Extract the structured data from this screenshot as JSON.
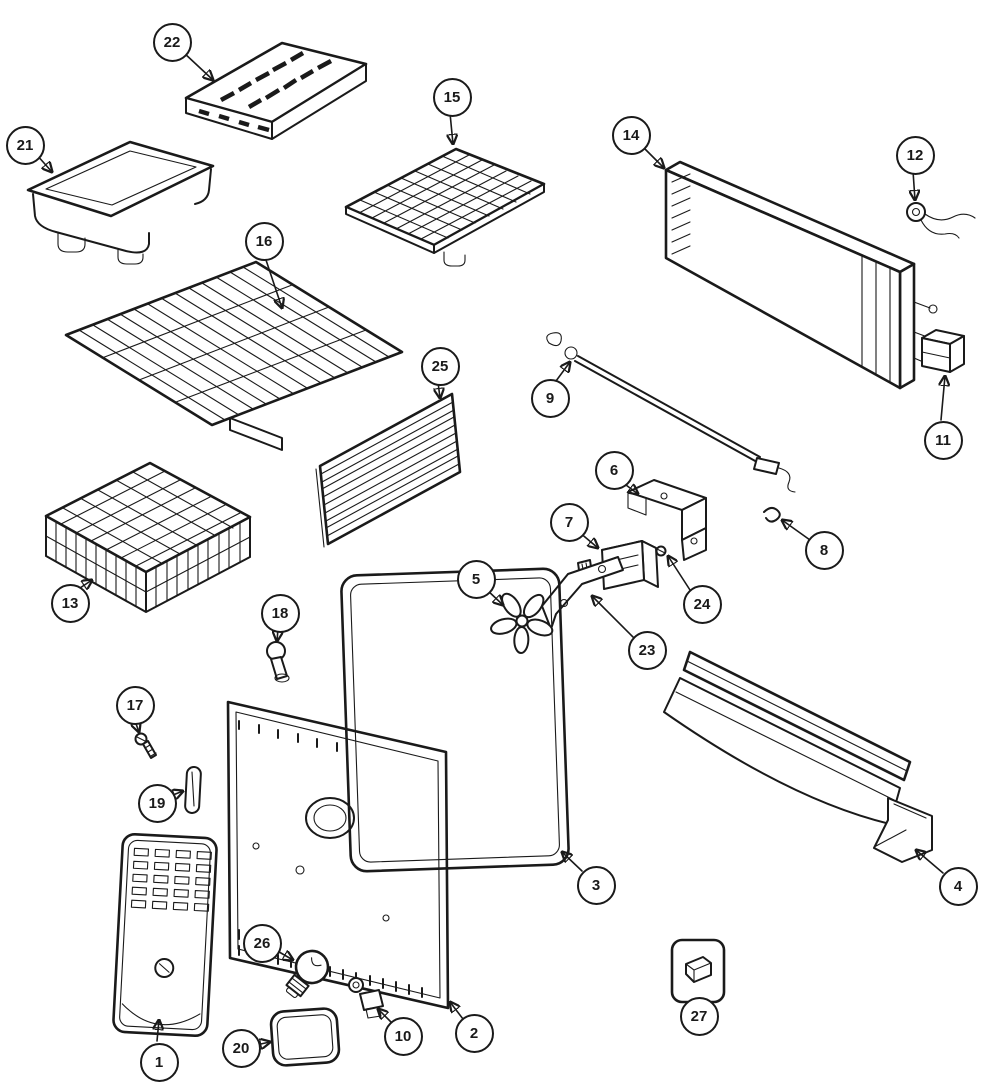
{
  "diagram": {
    "line_color": "#1a1a1a",
    "background_color": "#ffffff",
    "callouts": [
      {
        "number": "1"
      },
      {
        "number": "2"
      },
      {
        "number": "3"
      },
      {
        "number": "4"
      },
      {
        "number": "5"
      },
      {
        "number": "6"
      },
      {
        "number": "7"
      },
      {
        "number": "8"
      },
      {
        "number": "9"
      },
      {
        "number": "10"
      },
      {
        "number": "11"
      },
      {
        "number": "12"
      },
      {
        "number": "13"
      },
      {
        "number": "14"
      },
      {
        "number": "15"
      },
      {
        "number": "16"
      },
      {
        "number": "17"
      },
      {
        "number": "18"
      },
      {
        "number": "19"
      },
      {
        "number": "20"
      },
      {
        "number": "21"
      },
      {
        "number": "22"
      },
      {
        "number": "23"
      },
      {
        "number": "24"
      },
      {
        "number": "25"
      },
      {
        "number": "26"
      },
      {
        "number": "27"
      }
    ]
  }
}
